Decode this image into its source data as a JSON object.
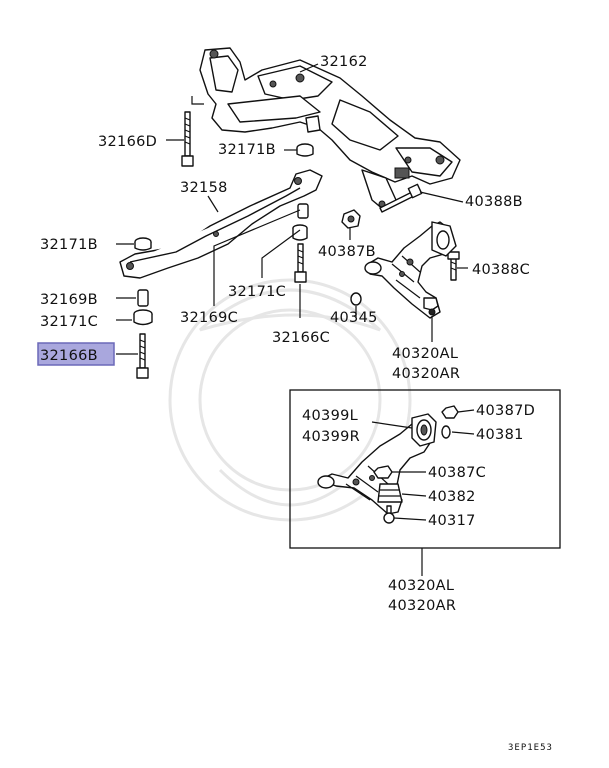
{
  "parts": {
    "p32162": "32162",
    "p32166D": "32166D",
    "p32171B_top": "32171B",
    "p32158": "32158",
    "p32171B_left": "32171B",
    "p40388B_a": "40388B",
    "p40387B": "40387B",
    "p40388C": "40388C",
    "p32171C_mid": "32171C",
    "p32169B": "32169B",
    "p32171C_left": "32171C",
    "p32169C": "32169C",
    "p40345": "40345",
    "p32166C": "32166C",
    "p32166B": "32166B",
    "p40320AL_a": "40320AL",
    "p40320AR_a": "40320AR",
    "p40399L": "40399L",
    "p40399R": "40399R",
    "p40387D": "40387D",
    "p40381": "40381",
    "p40387C": "40387C",
    "p40382": "40382",
    "p40317": "40317",
    "p40320AL_b": "40320AL",
    "p40320AR_b": "40320AR"
  },
  "diagram_code": "3EP1E53",
  "highlight_color": "#a9a7dd"
}
